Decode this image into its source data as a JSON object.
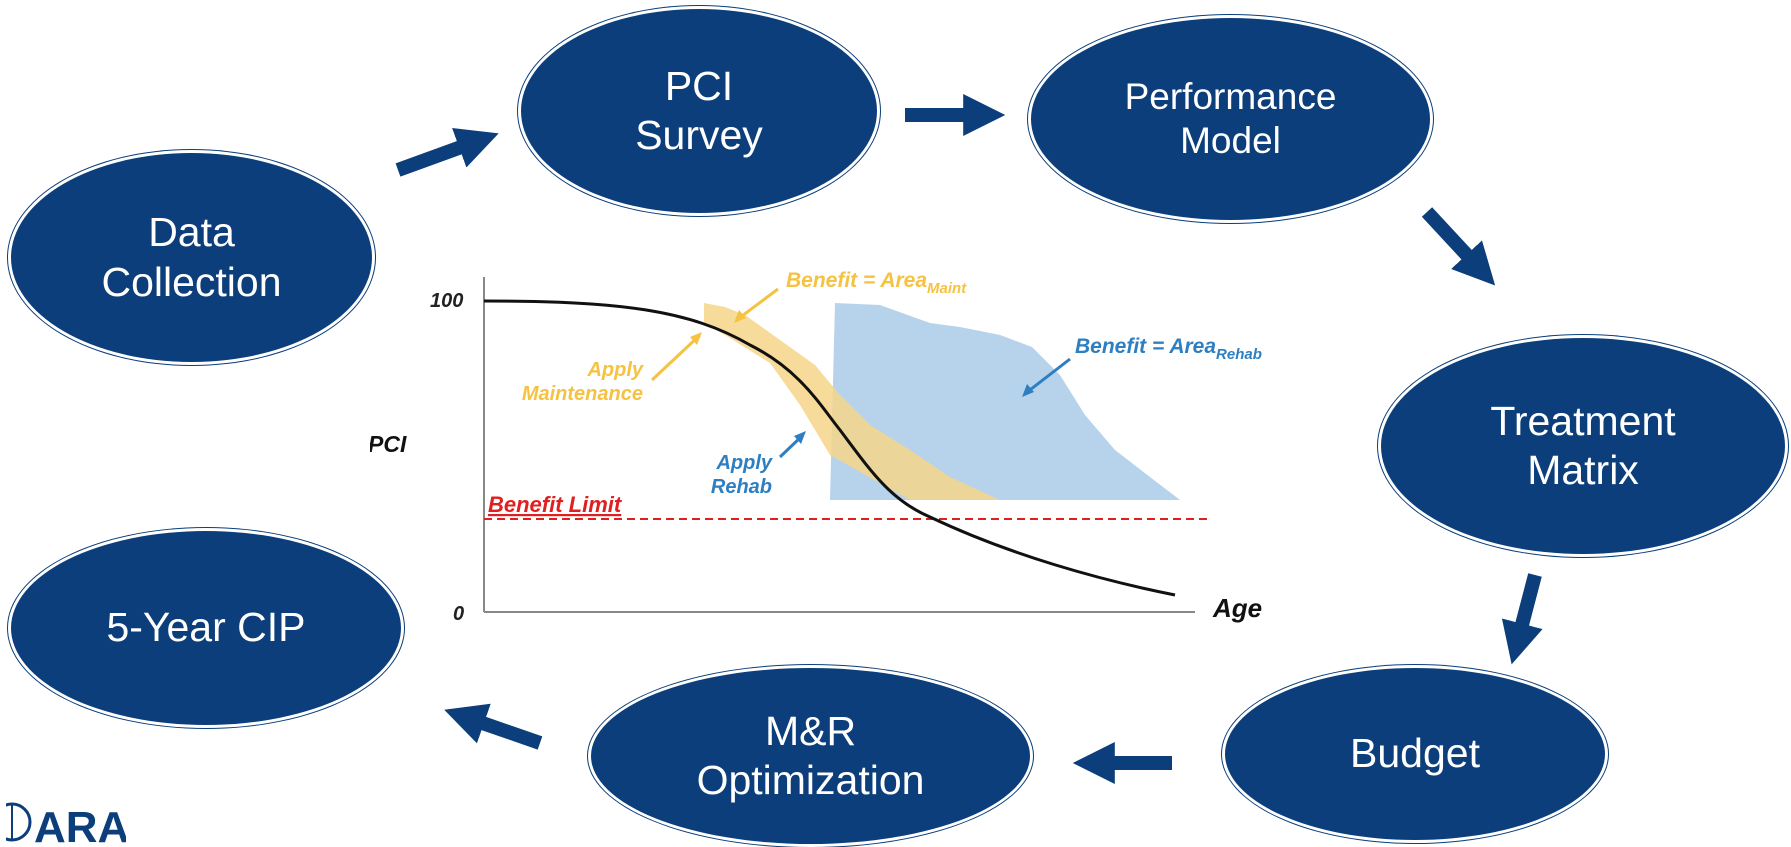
{
  "nodes": {
    "data_collection": {
      "line1": "Data",
      "line2": "Collection"
    },
    "pci_survey": {
      "line1": "PCI",
      "line2": "Survey"
    },
    "performance_model": {
      "line1": "Performance",
      "line2": "Model"
    },
    "treatment_matrix": {
      "line1": "Treatment",
      "line2": "Matrix"
    },
    "budget": {
      "line1": "Budget"
    },
    "mr_optimization": {
      "line1": "M&R",
      "line2": "Optimization"
    },
    "five_year_cip": {
      "line1": "5-Year CIP"
    }
  },
  "chart": {
    "ylabel": "PCI",
    "xlabel": "Age",
    "y_ticks": [
      "100",
      "0"
    ],
    "benefit_limit": "Benefit Limit",
    "apply_maintenance": {
      "line1": "Apply",
      "line2": "Maintenance"
    },
    "apply_rehab": {
      "line1": "Apply",
      "line2": "Rehab"
    },
    "benefit_maint": {
      "prefix": "Benefit = Area",
      "sub": "Maint"
    },
    "benefit_rehab": {
      "prefix": "Benefit = Area",
      "sub": "Rehab"
    }
  },
  "colors": {
    "node_fill": "#0b3e7a",
    "maintenance": "#f5c242",
    "rehab": "#2e7fc1",
    "benefit_limit": "#e02020"
  },
  "logo": {
    "text": "ARA"
  }
}
